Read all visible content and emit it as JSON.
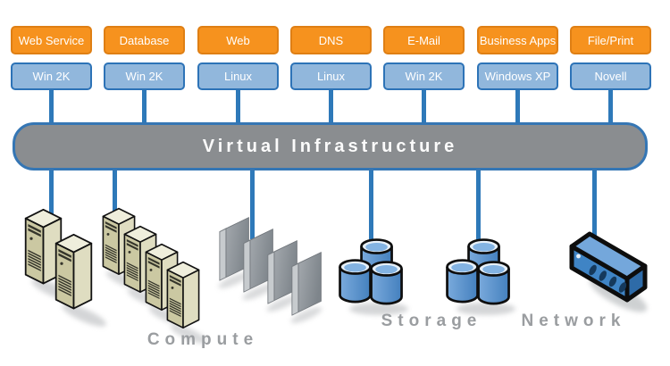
{
  "bus": {
    "label": "Virtual Infrastructure"
  },
  "stacks": [
    {
      "app": "Web Service",
      "os": "Win 2K"
    },
    {
      "app": "Database",
      "os": "Win 2K"
    },
    {
      "app": "Web",
      "os": "Linux"
    },
    {
      "app": "DNS",
      "os": "Linux"
    },
    {
      "app": "E-Mail",
      "os": "Win 2K"
    },
    {
      "app": "Business Apps",
      "os": "Windows XP"
    },
    {
      "app": "File/Print",
      "os": "Novell"
    }
  ],
  "resources": [
    {
      "label": "Compute"
    },
    {
      "label": "Storage"
    },
    {
      "label": "Network"
    }
  ],
  "colors": {
    "app_fill": "#F6921E",
    "app_border": "#DF7F14",
    "os_fill": "#91B7DC",
    "os_border": "#2D73B7",
    "connector": "#2E79B9",
    "bus_fill": "#8A8D90",
    "bus_border": "#3576B4",
    "bus_text": "#FBFBFB",
    "resource_label_text": "#9A9DA0",
    "server_front": "#CBC8A2",
    "server_side": "#DFDDC1",
    "server_top": "#EFEEDC",
    "blade_gray": "#8E959B",
    "storage_blue": "#5796D1",
    "storage_top": "#E7F0F8",
    "network_top": "#74A7DB",
    "network_front": "#3F84C5",
    "network_end": "#2E6BA8"
  }
}
